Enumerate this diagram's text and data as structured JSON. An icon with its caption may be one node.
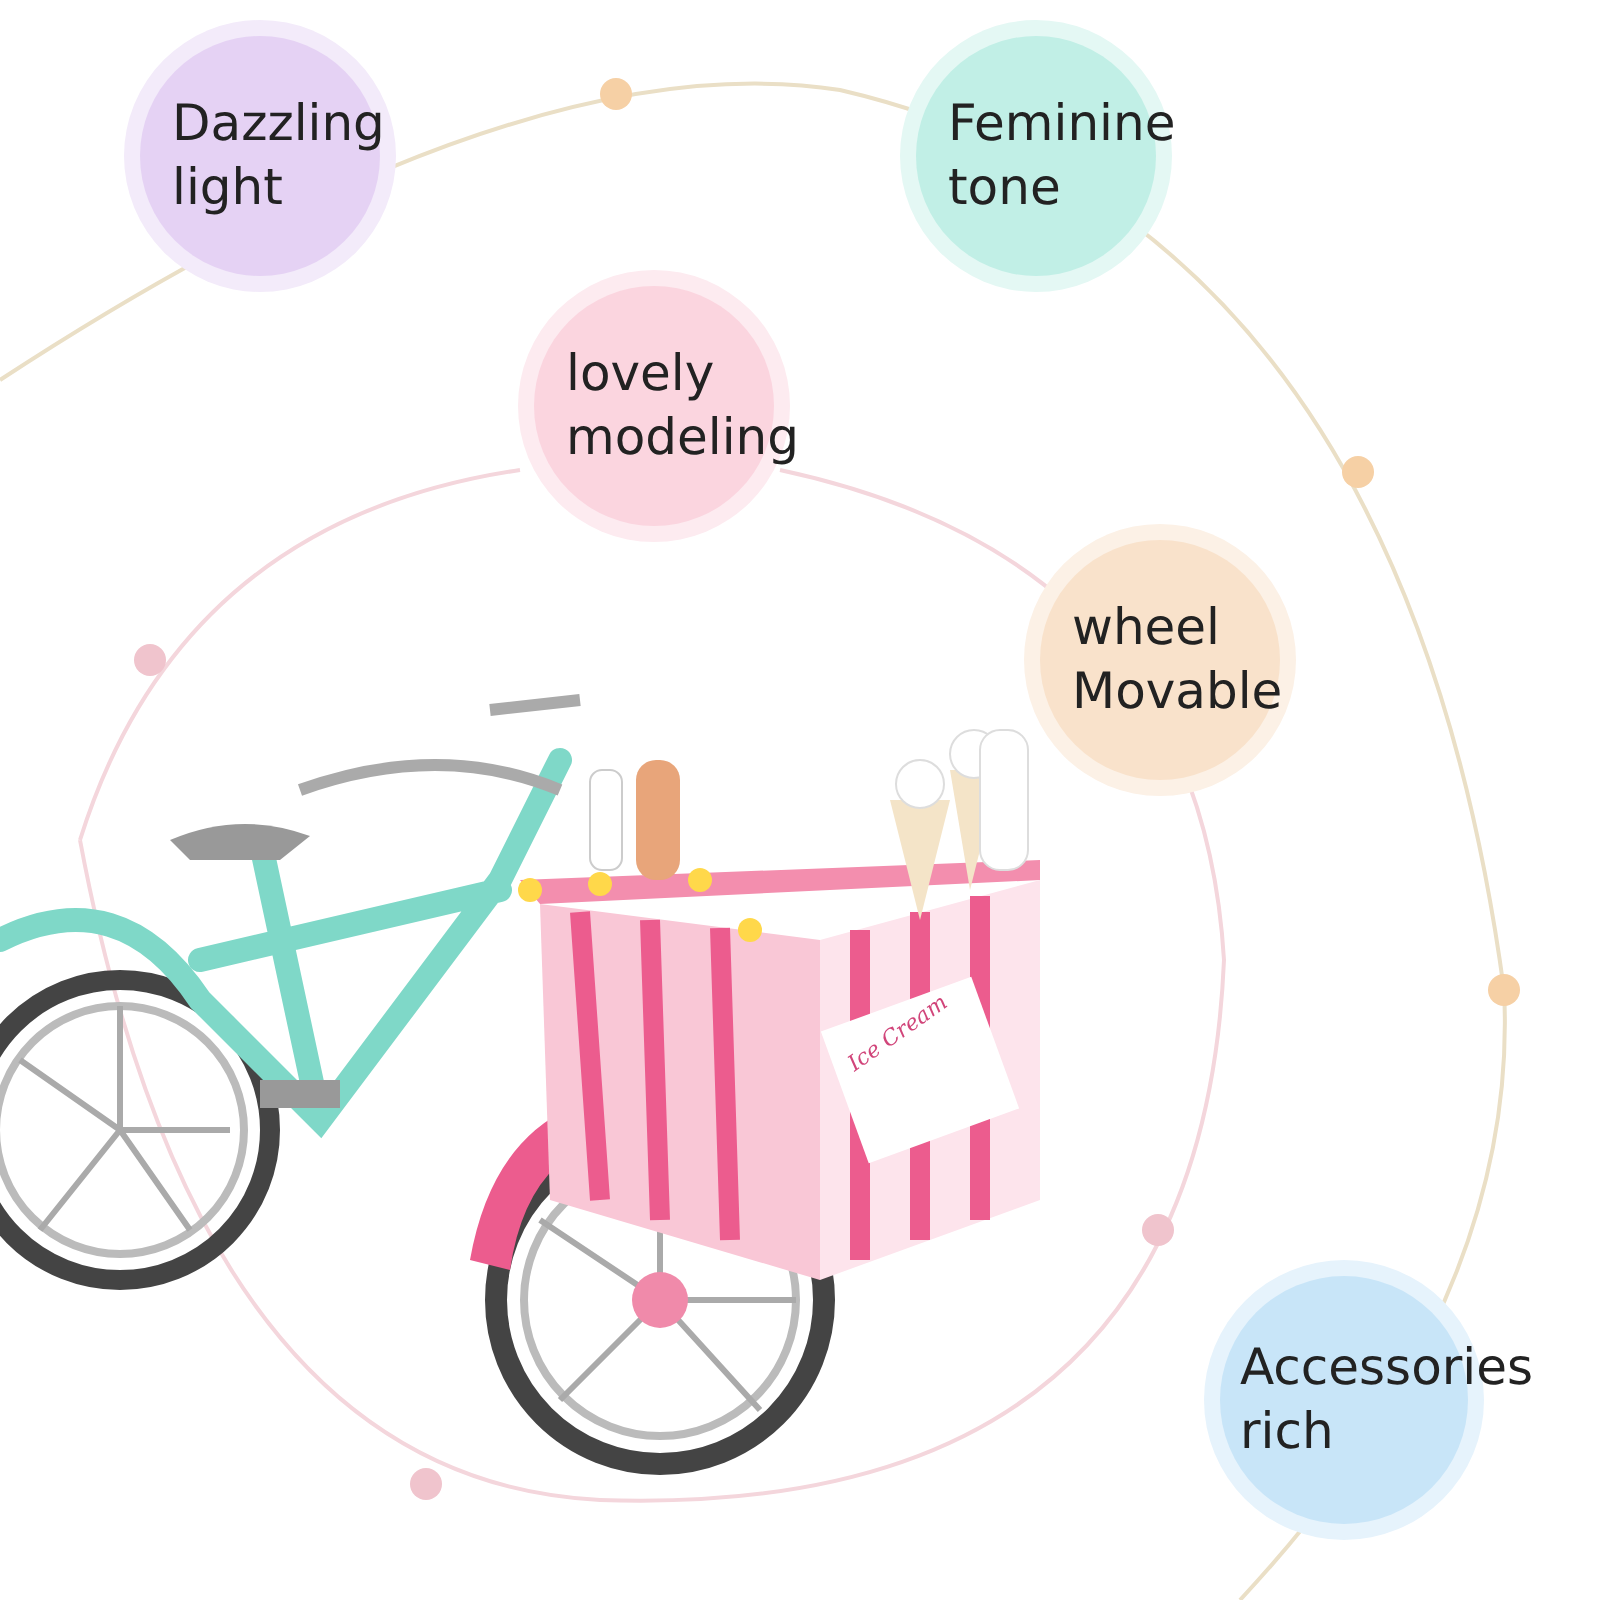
{
  "diagram": {
    "nodes": [
      {
        "text": [
          "Dazzling light"
        ]
      },
      {
        "text": [
          "Feminine tone"
        ]
      },
      {
        "text": [
          "lovely modeling"
        ]
      },
      {
        "text": [
          "wheel Movable"
        ]
      },
      {
        "text": [
          "Accessories rich"
        ]
      }
    ],
    "labels": [
      "Ice Cream"
    ]
  }
}
